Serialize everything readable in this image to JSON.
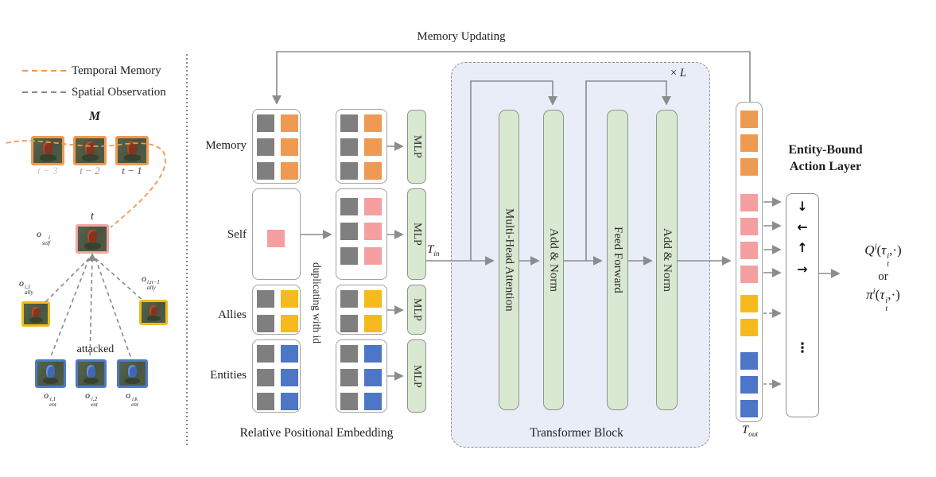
{
  "colors": {
    "gray": "#7f7f7f",
    "orange": "#ef9a52",
    "pink": "#f59fa1",
    "yellow": "#f6ba1e",
    "blue": "#4d76c6"
  },
  "legend": {
    "temporal": "Temporal Memory",
    "spatial": "Spatial Observation"
  },
  "left": {
    "m_label": [
      {
        "t": "bi",
        "v": "M"
      }
    ],
    "frame_times": [
      "t − 3",
      "t − 2",
      "t − 1"
    ],
    "t_label": [
      {
        "t": "it",
        "v": "t"
      }
    ],
    "self_label": [
      {
        "t": "it",
        "v": "o"
      },
      {
        "t": "stack",
        "sup": "i",
        "sub": "self"
      }
    ],
    "ally_left_label": [
      {
        "t": "it",
        "v": "o"
      },
      {
        "t": "stack",
        "sup": "i,1",
        "sub": "ally"
      }
    ],
    "ally_right_label": [
      {
        "t": "it",
        "v": "o"
      },
      {
        "t": "stack",
        "sup": "i,n−1",
        "sub": "ally"
      }
    ],
    "attacked": "attacked",
    "ent_labels": [
      [
        {
          "t": "it",
          "v": "o"
        },
        {
          "t": "stack",
          "sup": "i,1",
          "sub": "ent"
        }
      ],
      [
        {
          "t": "it",
          "v": "o"
        },
        {
          "t": "stack",
          "sup": "i,2",
          "sub": "ent"
        }
      ],
      [
        {
          "t": "it",
          "v": "o"
        },
        {
          "t": "stack",
          "sup": "i,k",
          "sub": "ent"
        }
      ]
    ]
  },
  "pipeline": {
    "memory_updating": "Memory Updating",
    "duplicating": "duplicating with id",
    "caption": "Relative Positional Embedding",
    "tin": [
      {
        "t": "it",
        "v": "T"
      },
      {
        "t": "sub",
        "v": "in"
      }
    ],
    "rows": [
      {
        "label": "Memory",
        "mlp": "MLP",
        "col1": [
          [
            "gray",
            "orange"
          ],
          [
            "gray",
            "orange"
          ],
          [
            "gray",
            "orange"
          ]
        ],
        "col2": [
          [
            "gray",
            "orange"
          ],
          [
            "gray",
            "orange"
          ],
          [
            "gray",
            "orange"
          ]
        ]
      },
      {
        "label": "Self",
        "mlp": "MLP",
        "col1_single": "pink",
        "col2": [
          [
            "gray",
            "pink"
          ],
          [
            "gray",
            "pink"
          ],
          [
            "gray",
            "pink"
          ]
        ]
      },
      {
        "label": "Allies",
        "mlp": "MLP",
        "col1": [
          [
            "gray",
            "yellow"
          ],
          [
            "gray",
            "yellow"
          ]
        ],
        "col2": [
          [
            "gray",
            "yellow"
          ],
          [
            "gray",
            "yellow"
          ]
        ]
      },
      {
        "label": "Entities",
        "mlp": "MLP",
        "col1": [
          [
            "gray",
            "blue"
          ],
          [
            "gray",
            "blue"
          ],
          [
            "gray",
            "blue"
          ]
        ],
        "col2": [
          [
            "gray",
            "blue"
          ],
          [
            "gray",
            "blue"
          ],
          [
            "gray",
            "blue"
          ]
        ]
      }
    ]
  },
  "transformer": {
    "repeat": [
      {
        "t": "txt",
        "v": "× "
      },
      {
        "t": "it",
        "v": "L"
      }
    ],
    "blocks": [
      "Multi-Head Attention",
      "Add & Norm",
      "Feed Forward",
      "Add & Norm"
    ],
    "caption": "Transformer Block"
  },
  "tout": {
    "label": [
      {
        "t": "it",
        "v": "T"
      },
      {
        "t": "sub",
        "v": "out"
      }
    ],
    "squares": [
      "orange",
      "orange",
      "orange",
      "pink",
      "pink",
      "pink",
      "pink",
      "yellow",
      "yellow",
      "blue",
      "blue",
      "blue"
    ]
  },
  "action": {
    "title_line1": "Entity-Bound",
    "title_line2": "Action Layer",
    "glyphs": [
      "↓",
      "←",
      "↑",
      "→"
    ],
    "ellipsis": "⋮"
  },
  "output": {
    "q": [
      {
        "t": "it",
        "v": "Q"
      },
      {
        "t": "sup",
        "v": "i"
      },
      {
        "t": "txt",
        "v": "("
      },
      {
        "t": "it",
        "v": "τ"
      },
      {
        "t": "stack",
        "sup": "i",
        "sub": "t"
      },
      {
        "t": "txt",
        "v": ",·)"
      }
    ],
    "or": "or",
    "pi": [
      {
        "t": "it",
        "v": "π"
      },
      {
        "t": "sup",
        "v": "i"
      },
      {
        "t": "txt",
        "v": "("
      },
      {
        "t": "it",
        "v": "τ"
      },
      {
        "t": "stack",
        "sup": "i",
        "sub": "t"
      },
      {
        "t": "txt",
        "v": ",·)"
      }
    ]
  }
}
